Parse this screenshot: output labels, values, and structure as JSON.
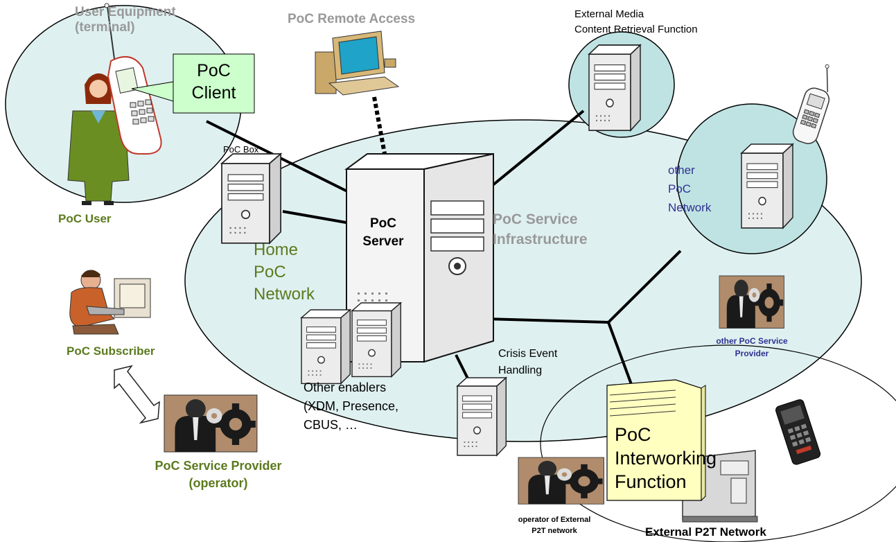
{
  "labels": {
    "user_equipment": [
      "User Equipment",
      "(terminal)"
    ],
    "poc_remote_access": "PoC Remote Access",
    "external_media": [
      "External Media",
      "Content Retrieval Function"
    ],
    "poc_client": [
      "PoC",
      "Client"
    ],
    "poc_box": "PoC Box",
    "poc_user": "PoC User",
    "home_poc_network": [
      "Home",
      "PoC",
      "Network"
    ],
    "poc_server": [
      "PoC",
      "Server"
    ],
    "poc_service_infra": [
      "PoC Service",
      "Infrastructure"
    ],
    "other_poc_network": [
      "other",
      "PoC",
      "Network"
    ],
    "other_poc_service_provider": [
      "other PoC Service",
      "Provider"
    ],
    "poc_subscriber": "PoC Subscriber",
    "crisis_event": [
      "Crisis Event",
      "Handling"
    ],
    "other_enablers": [
      "Other enablers",
      "(XDM, Presence,",
      "CBUS, …"
    ],
    "poc_service_provider": [
      "PoC Service Provider",
      "(operator)"
    ],
    "poc_interworking": [
      "PoC",
      "Interworking",
      "Function"
    ],
    "operator_external": [
      "operator of External",
      "P2T network"
    ],
    "external_p2t": "External P2T Network"
  },
  "colors": {
    "network_fill": "#dff0f0",
    "other_network_fill": "#bfe3e3",
    "client_box_fill": "#ccffcc",
    "interworking_fill": "#ffffc0",
    "gray_text": "#999999",
    "green_text": "#5b7a1e",
    "blue_text": "#2e3192"
  },
  "icons": [
    "server-icon",
    "computer-icon",
    "mobile-phone-icon",
    "woman-user-icon",
    "subscriber-person-icon",
    "service-provider-icon",
    "gear-icon",
    "double-arrow-icon",
    "p2t-phone-icon"
  ]
}
